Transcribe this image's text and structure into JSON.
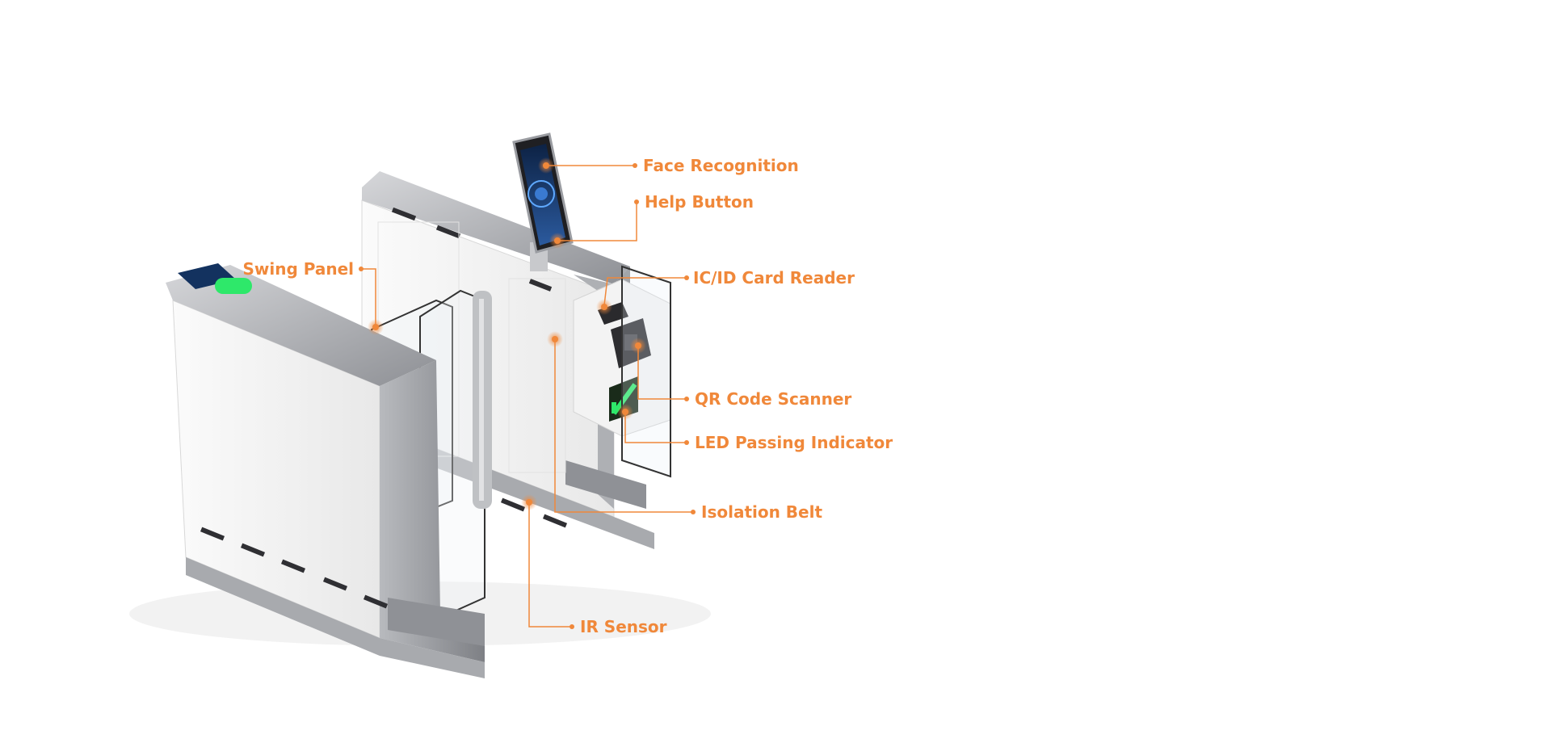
{
  "colors": {
    "accent": "#f0883a",
    "frame_metal": "#9a9ca1",
    "frame_metal_light": "#c9cacd",
    "panel_white": "#f4f4f4",
    "led_green": "#2ee86a",
    "screen_blue": "#1b3f7a"
  },
  "callouts": [
    {
      "id": "face-recognition",
      "label": "Face Recognition"
    },
    {
      "id": "help-button",
      "label": "Help Button"
    },
    {
      "id": "swing-panel",
      "label": "Swing Panel"
    },
    {
      "id": "ic-id-card-reader",
      "label": "IC/ID Card Reader"
    },
    {
      "id": "qr-code-scanner",
      "label": "QR Code Scanner"
    },
    {
      "id": "led-passing-indicator",
      "label": "LED Passing Indicator"
    },
    {
      "id": "isolation-belt",
      "label": "Isolation Belt"
    },
    {
      "id": "ir-sensor",
      "label": "IR Sensor"
    }
  ]
}
